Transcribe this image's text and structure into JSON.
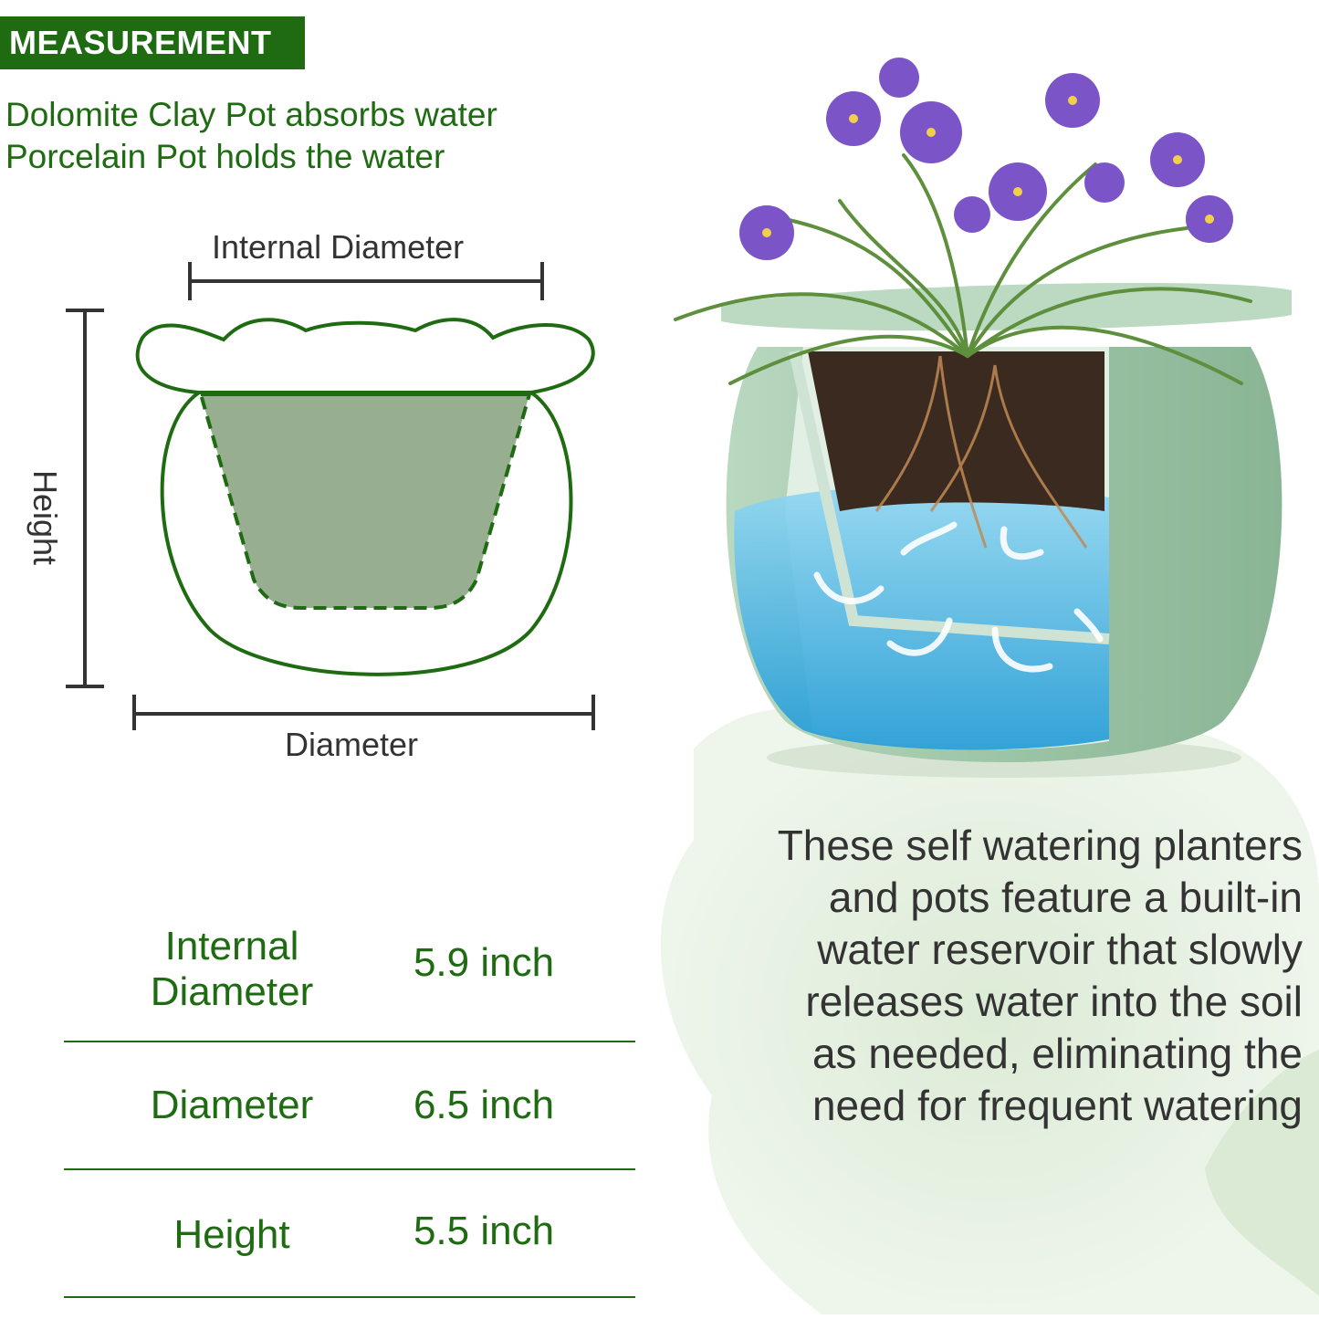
{
  "header": {
    "badge": "MEASUREMENT",
    "intro_lines": [
      "Dolomite Clay Pot absorbs water",
      "Porcelain Pot holds the water"
    ]
  },
  "diagram": {
    "internal_diameter_label": "Internal Diameter",
    "diameter_label": "Diameter",
    "height_label": "Height"
  },
  "specs": [
    {
      "label_lines": [
        "Internal",
        "Diameter"
      ],
      "value": "5.9 inch"
    },
    {
      "label_lines": [
        "Diameter"
      ],
      "value": "6.5 inch"
    },
    {
      "label_lines": [
        "Height"
      ],
      "value": "5.5 inch"
    }
  ],
  "description_lines": [
    "These self watering planters",
    "and pots feature a built-in",
    "water reservoir that slowly",
    "releases water into the soil",
    "as needed, eliminating the",
    "need for frequent watering"
  ],
  "colors": {
    "brand_green": "#1e6b12",
    "pot_fill": "#97ae91",
    "text_dark": "#333333",
    "pot_ceramic": "#a7cbb0",
    "water_blue": "#2aa8df",
    "flower_purple": "#7b55c8"
  }
}
